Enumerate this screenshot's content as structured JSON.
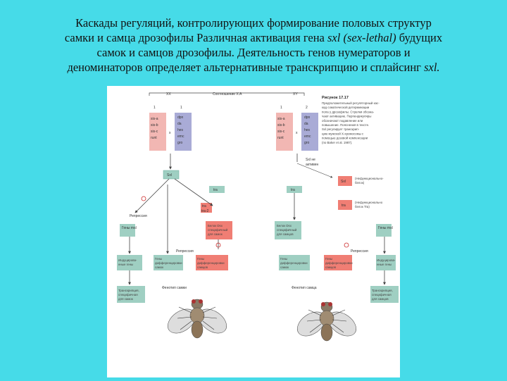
{
  "title": {
    "l1": "Каскады регуляций, контролирующих формирование половых структур",
    "l2a": "самки и самца  дрозофилы Различная активация гена ",
    "l2i": "sxl (sex-lethal)",
    "l2b": " будущих",
    "l3": "самок и самцов дрозофилы. Деятельность генов нумераторов и",
    "l4a": "деноминаторов определяет альтернативные транскрипцию и сплайсинг ",
    "l4i": "sxl."
  },
  "diagram": {
    "ratio_label": "Соотношение X:A",
    "left_ratio": "XX",
    "right_ratio": "XY",
    "left_num_1": "1",
    "left_num_2": "1",
    "right_num_1": "1",
    "right_num_2": "2",
    "x_sign": "x",
    "num_genes_left": [
      "sis-a",
      "sis-b",
      "sis-c",
      "runt"
    ],
    "den_genes_left": [
      "dpn",
      "da",
      "hes",
      "emc",
      "gro"
    ],
    "num_genes_right": [
      "sis-a",
      "sis-b",
      "sis-c",
      "runt"
    ],
    "den_genes_right": [
      "dpn",
      "da",
      "hes",
      "emc",
      "gro"
    ],
    "sxl_box": "Sxl",
    "tra_left": "tra",
    "tra_right": "tra",
    "tra2": "tra",
    "tra2b": "tra-2",
    "sxl_silent": "Sxl",
    "silent_label_1": "Sxl не",
    "silent_label_2": "активен",
    "legend_nonfunc": "(Нефункционально-\nбелок)",
    "legend_func": "(Нефункционально\nбелок Tra)",
    "legend_box1": "Sxl",
    "legend_box2": "tra",
    "repressor_left": "Репрессия",
    "repressor_mid": "Репрессия",
    "repressor_right": "Репрессия",
    "genes_left": "Гены\nmsl",
    "genes_right": "Гены\nmsl",
    "dsx_left": "Белок Dsx\nспецифичный\nдля самок",
    "dsx_right": "Белок Dsx\nспецифичный\nдля самцов",
    "box_female_out": "Индуцирова-\nнные гены",
    "box_male_out": "Индуцирова-\nнные гены",
    "box_diff_left1": "Гены\nдифференцировки\nсамок",
    "box_diff_left2": "Гены\nдифференцировки\nсамцов",
    "box_diff_right1": "Гены\nдифференцировки\nсамок",
    "box_diff_right2": "Гены\nдифференцировки\nсамцов",
    "box_trans_left": "Транскрипция,\nспецифичная\nдля самок",
    "box_trans_right": "Транскрипция,\nспецифичная\nдля самцов",
    "label_female": "Фенотип\nсамки",
    "label_male": "Фенотип\nсамца",
    "figure_label": "Рисунок 17.17",
    "caption": [
      "Предположительный регуляторный кас-",
      "кад соматической детерминации",
      "пола у дрозофилы. Стрелки обозна-",
      "чают активацию. Перпендикуляры",
      "обозначают подавление или",
      "повышение. Пояснения в тексте.",
      "Sxl регулирует транскрип-",
      "цию мужской X-хромосомы с",
      "помощью дозовой компенсации",
      "(по Baker et al. 1987)."
    ]
  },
  "colors": {
    "background": "#46dbe8",
    "numerator_box": "#f2b7b3",
    "denominator_box": "#a9abd6",
    "gene_box": "#9fcfc2",
    "red_box": "#f07e74",
    "line": "#444444",
    "inhibit": "#cc2a2a"
  }
}
